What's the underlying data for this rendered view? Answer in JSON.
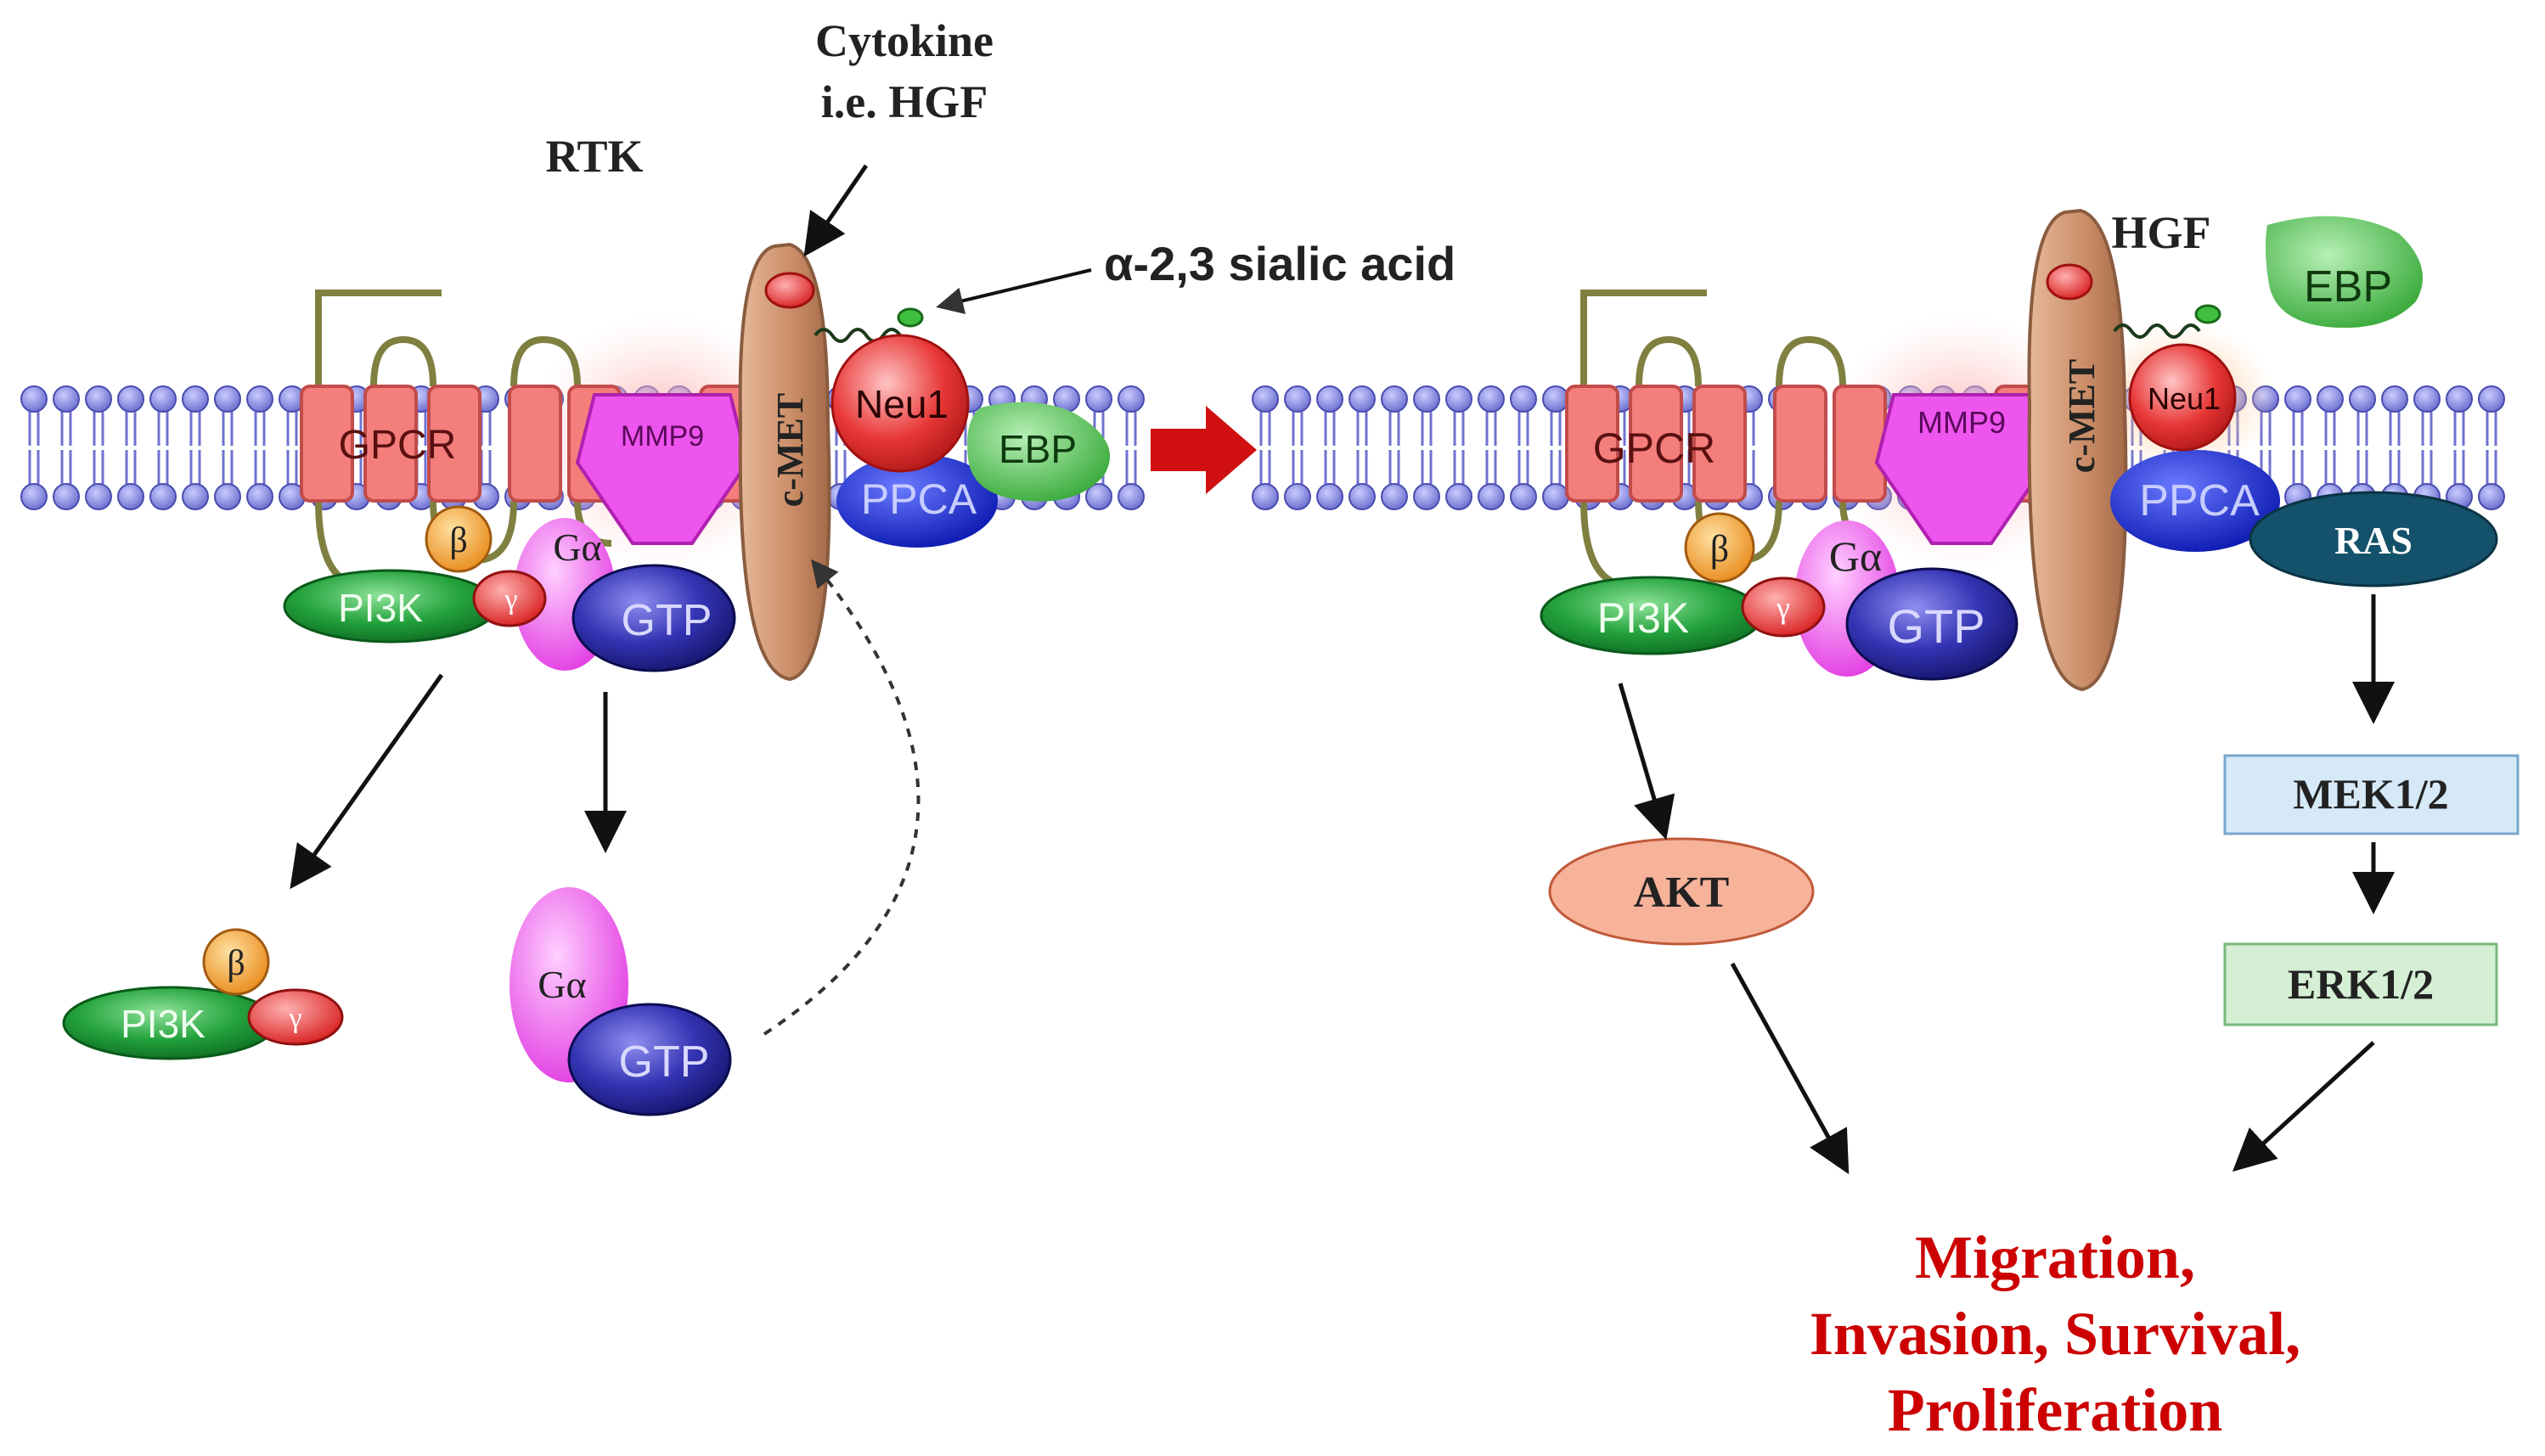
{
  "labels": {
    "rtk": "RTK",
    "cytokine_line1": "Cytokine",
    "cytokine_line2": "i.e. HGF",
    "sialic": "α-2,3 sialic acid",
    "hgf": "HGF",
    "cmet": "c-MET",
    "gpcr": "GPCR",
    "mmp9": "MMP9",
    "neu1": "Neu1",
    "ebp": "EBP",
    "ppca": "PPCA",
    "beta": "β",
    "galpha": "Gα",
    "gamma": "γ",
    "pi3k": "PI3K",
    "gtp": "GTP",
    "ras": "RAS",
    "mek": "MEK1/2",
    "erk": "ERK1/2",
    "akt": "AKT",
    "outcome_line1": "Migration,",
    "outcome_line2": "Invasion, Survival,",
    "outcome_line3": "Proliferation"
  },
  "colors": {
    "lipid_head": "#8d8fe0",
    "gpcr": "#f07a78",
    "mmp9": "#ee55ee",
    "cmet": "#c9906a",
    "neu1": "#e63232",
    "ebp": "#4fbf4f",
    "ppca": "#1a2ad8",
    "pi3k": "#1f9a3a",
    "gtp": "#2a2aa0",
    "beta": "#f4a030",
    "gamma": "#e83a3a",
    "ras": "#14516a",
    "mek_fill": "#d6e9f7",
    "erk_fill": "#d4efd4",
    "akt_fill": "#f7b29a",
    "outcome_text": "#cc0000",
    "transition_arrow": "#d01010"
  }
}
